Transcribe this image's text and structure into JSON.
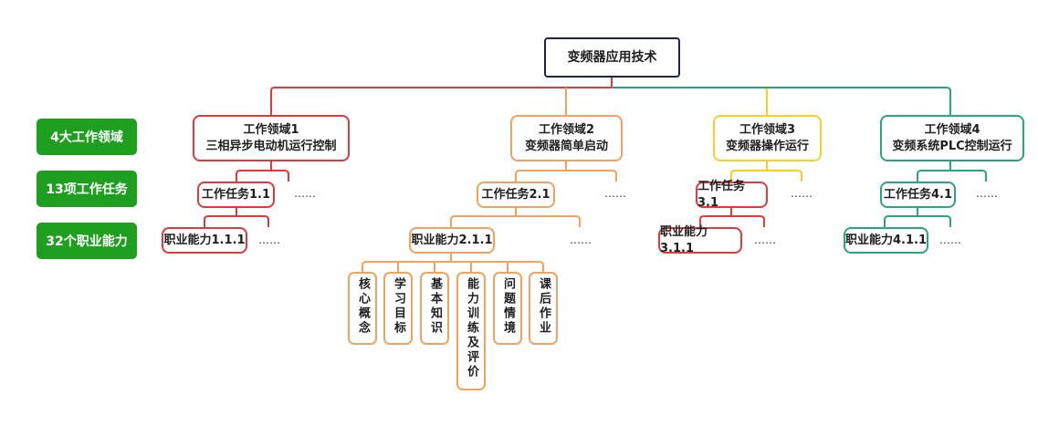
{
  "root": {
    "label": "变频器应用技术"
  },
  "side_labels": [
    "4大工作领域",
    "13项工作任务",
    "32个职业能力"
  ],
  "domains": [
    {
      "title": "工作领域1",
      "subtitle": "三相异步电动机运行控制",
      "task": "工作任务1.1",
      "ability": "职业能力1.1.1",
      "color": "#e03a3a"
    },
    {
      "title": "工作领域2",
      "subtitle": "变频器简单启动",
      "task": "工作任务2.1",
      "ability": "职业能力2.1.1",
      "color": "#f0a35c"
    },
    {
      "title": "工作领域3",
      "subtitle": "变频器操作运行",
      "task": "工作任务3.1",
      "ability": "职业能力3.1.1",
      "color": "#f2d024"
    },
    {
      "title": "工作领域4",
      "subtitle": "变频系统PLC控制运行",
      "task": "工作任务4.1",
      "ability": "职业能力4.1.1",
      "color": "#27a77b"
    }
  ],
  "ellipsis": "……",
  "ability_items": [
    "核心概念",
    "学习目标",
    "基本知识",
    "能力训练及评价",
    "问题情境",
    "课后作业"
  ]
}
